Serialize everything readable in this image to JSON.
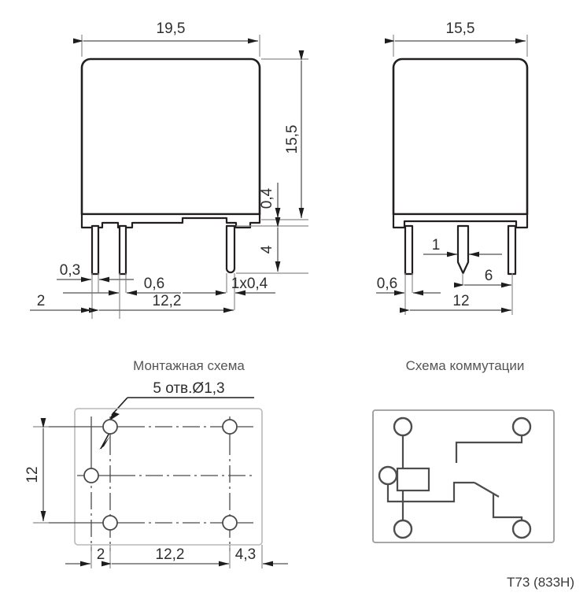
{
  "document": {
    "part_label": "T73 (833H)"
  },
  "views": {
    "front": {
      "name": "front-view",
      "dimensions": {
        "width_top": "19,5",
        "height_body": "15,5",
        "base_step": "0,4",
        "pin_length": "4",
        "pin_thickness": "0,3",
        "pin_gap": "0,6",
        "pin_span": "12,2",
        "pin_offset": "2",
        "pin_note": "1x0,4"
      }
    },
    "side": {
      "name": "side-view",
      "dimensions": {
        "width_top": "15,5",
        "center_pin_width": "1",
        "pin_thickness": "0,6",
        "center_to_right": "6",
        "pin_span": "12"
      }
    },
    "mounting": {
      "name": "mounting-diagram",
      "title": "Монтажная схема",
      "hole_note": "5 отв.Ø1,3",
      "dimensions": {
        "height": "12",
        "left_offset": "2",
        "span": "12,2",
        "right_offset": "4,3"
      }
    },
    "schematic": {
      "name": "switching-schematic",
      "title": "Схема коммутации"
    }
  },
  "colors": {
    "outline": "#231f20",
    "dimension": "#6e6e6e",
    "title": "#555555",
    "background": "#ffffff"
  }
}
